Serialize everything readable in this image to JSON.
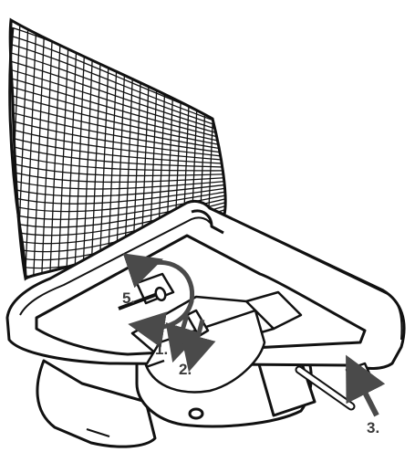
{
  "steps": {
    "step1": "1.",
    "step2": "2.",
    "step3": "3.",
    "step5": "5."
  },
  "colors": {
    "line": "#111111",
    "arrow": "#4a4a4a",
    "mesh_fill": "#ffffff"
  },
  "icons": {
    "rotation": "curved-rotation-arrow",
    "direction": "straight-direction-arrow"
  }
}
